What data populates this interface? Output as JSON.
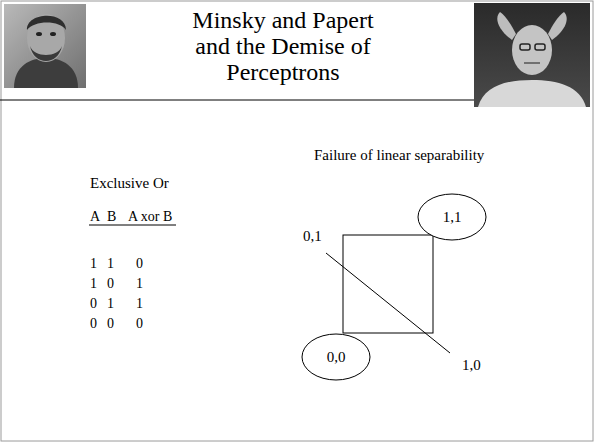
{
  "diagram": {
    "title": "Minsky and Papert and the Demise of Perceptrons",
    "nodes": [
      {
        "text": [
          "1,1"
        ]
      },
      {
        "text": [
          "0,0"
        ]
      }
    ],
    "labels": [
      "Exclusive Or",
      "A",
      "B",
      "A xor B",
      "1",
      "1",
      "0",
      "1",
      "0",
      "1",
      "0",
      "1",
      "1",
      "0",
      "0",
      "0",
      "Failure of linear separability",
      "0,1",
      "1,0"
    ]
  }
}
